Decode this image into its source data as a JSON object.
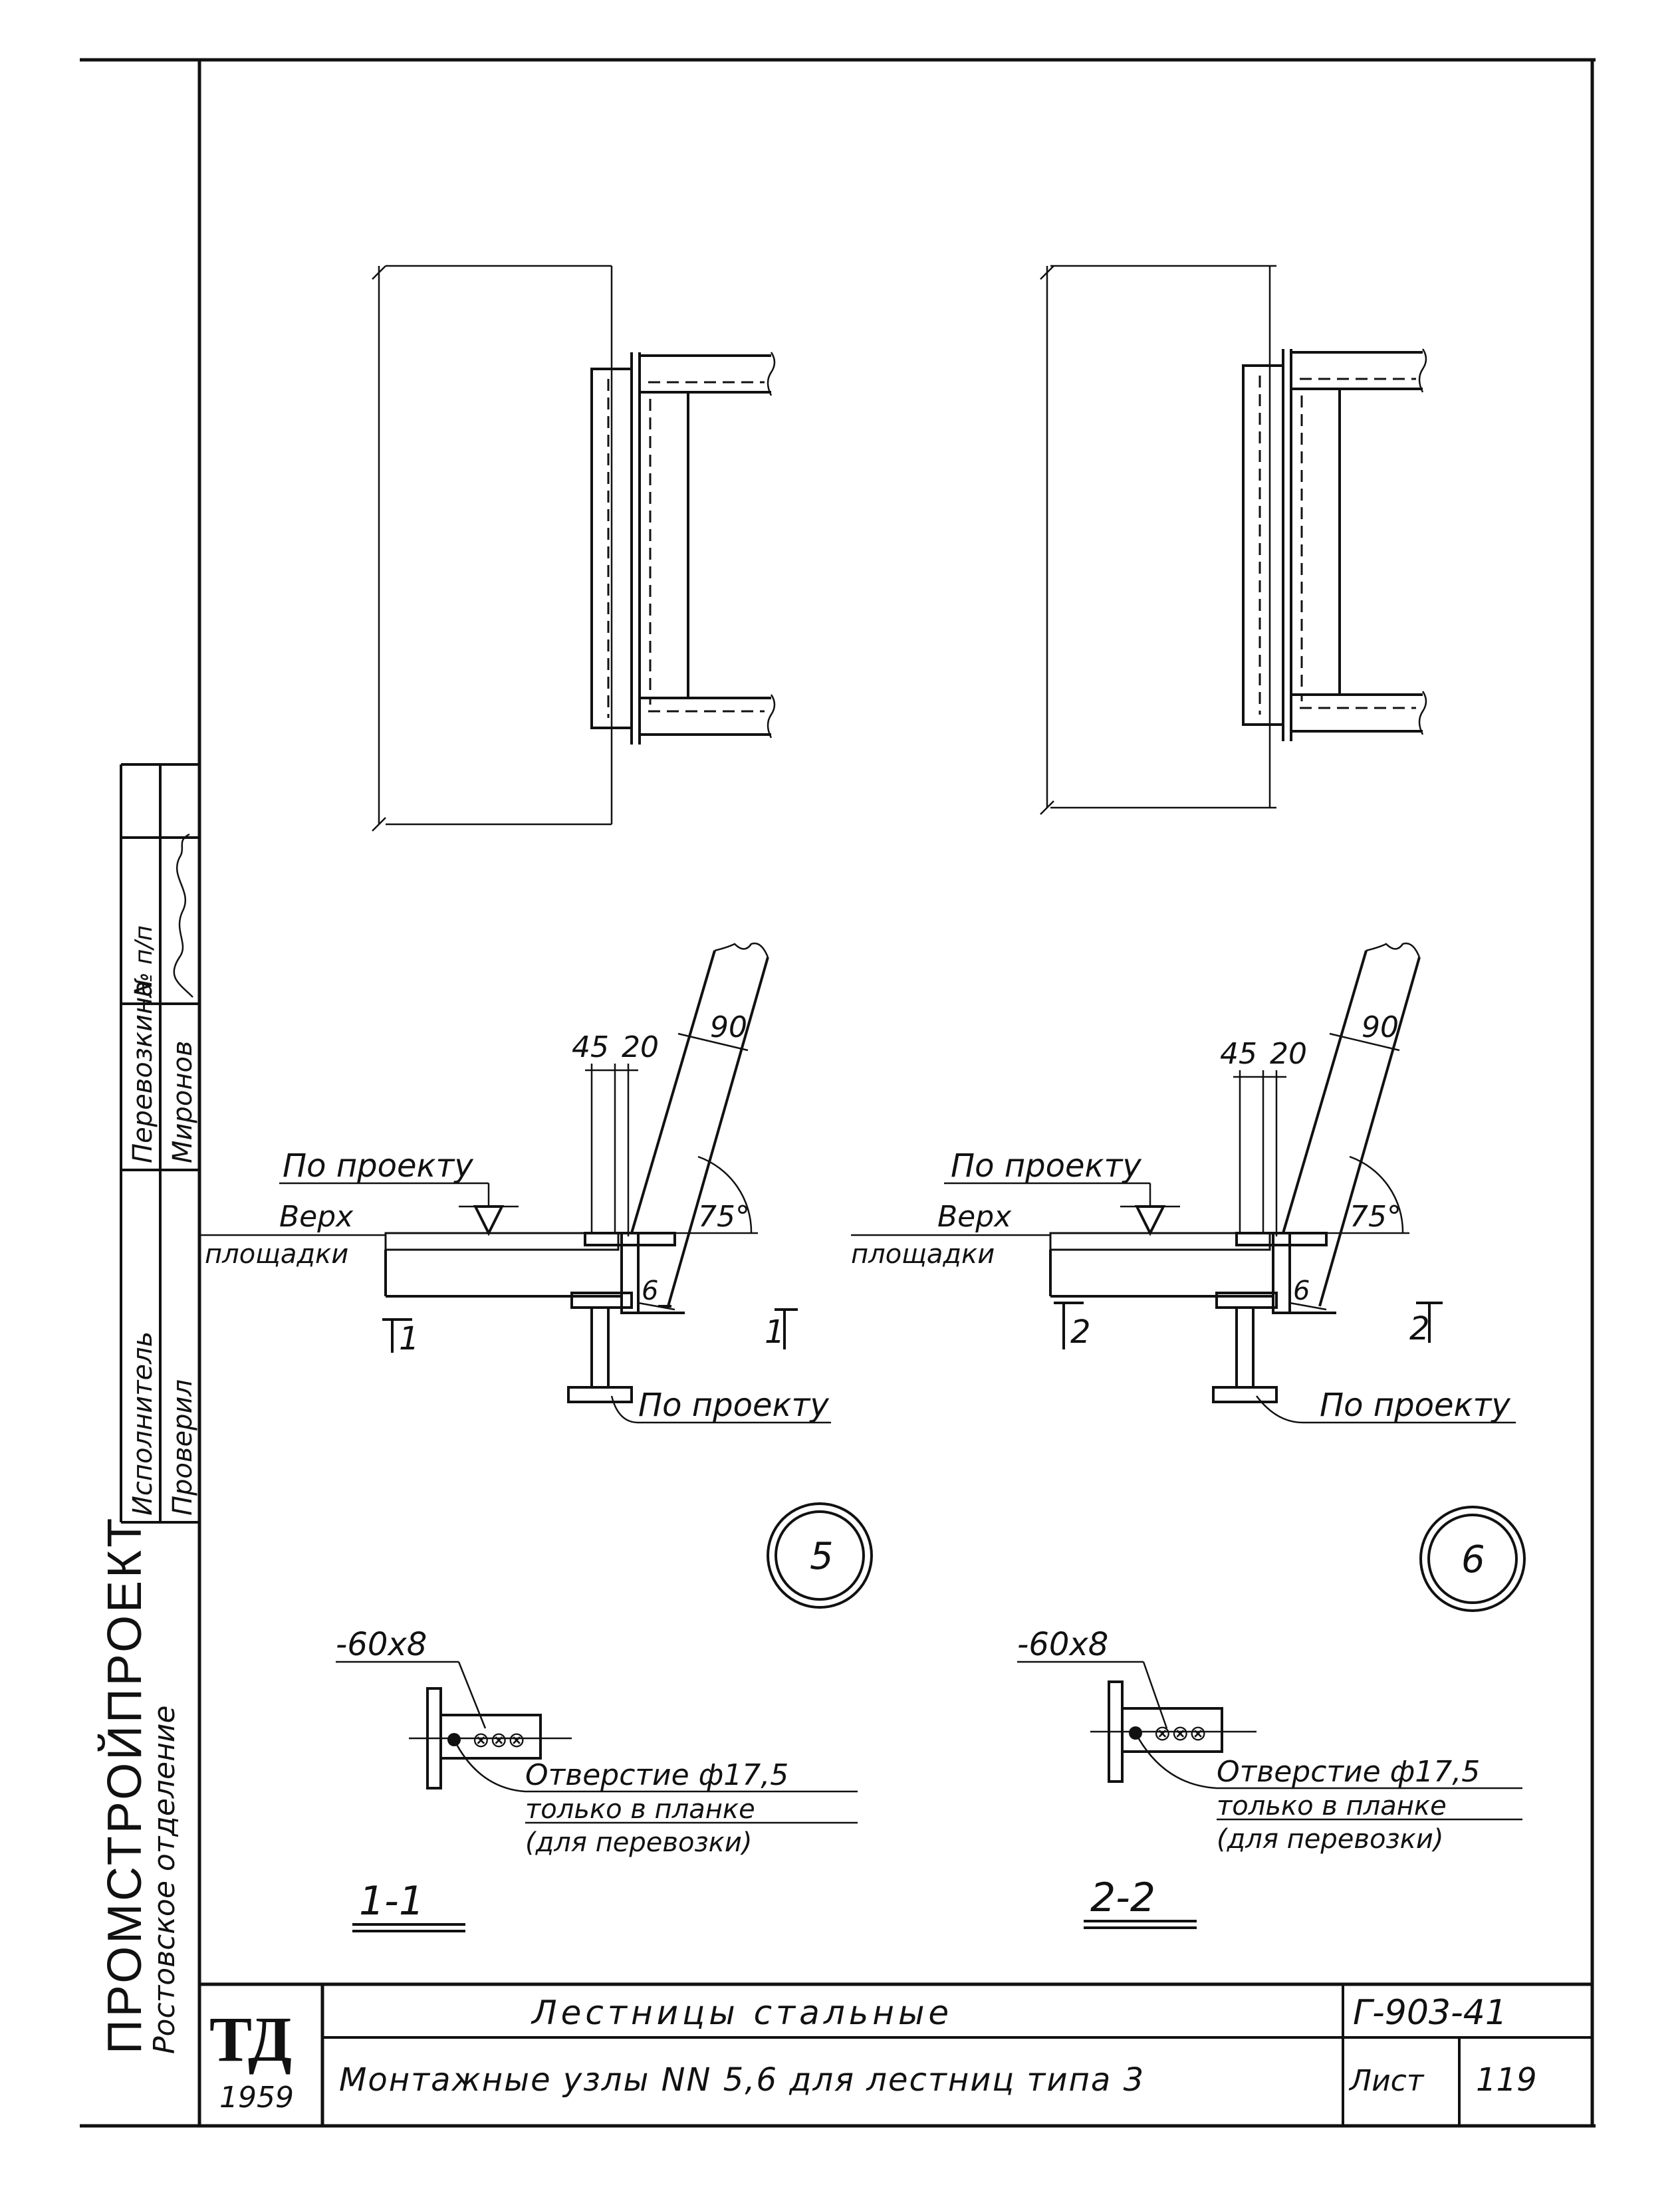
{
  "side_stamp": {
    "org": "ПРОМСТРОЙПРОЕКТ",
    "branch": "Ростовское отделение",
    "roles": [
      {
        "role": "Исполнитель",
        "name": "Перевозкина"
      },
      {
        "role": "Проверил",
        "name": "Миронов"
      }
    ],
    "sheet_mark": "№ п/п"
  },
  "node5": {
    "number": "5",
    "dims": {
      "d1": "45",
      "d2": "20",
      "d3": "90",
      "angle": "75°",
      "weld": "6"
    },
    "leader_top": "По проекту",
    "leader_bottom": "По проекту",
    "level_label_1": "Верх",
    "level_label_2": "площадки",
    "cut_left": "1",
    "cut_right": "1"
  },
  "node6": {
    "number": "6",
    "dims": {
      "d1": "45",
      "d2": "20",
      "d3": "90",
      "angle": "75°",
      "weld": "6"
    },
    "leader_top": "По проекту",
    "leader_bottom": "По проекту",
    "level_label_1": "Верх",
    "level_label_2": "площадки",
    "cut_left": "2",
    "cut_right": "2"
  },
  "section1": {
    "title": "1-1",
    "plate": "-60х8",
    "note": [
      "Отверстие ф17,5",
      "только в планке",
      "(для перевозки)"
    ]
  },
  "section2": {
    "title": "2-2",
    "plate": "-60х8",
    "note": [
      "Отверстие ф17,5",
      "только в планке",
      "(для перевозки)"
    ]
  },
  "title_block": {
    "logo": "ТД",
    "year": "1959",
    "title": "Лестницы стальные",
    "subtitle": "Монтажные узлы NN 5,6 для лестниц типа 3",
    "code": "Г-903-41",
    "sheet_label": "Лист",
    "sheet_number": "119"
  }
}
